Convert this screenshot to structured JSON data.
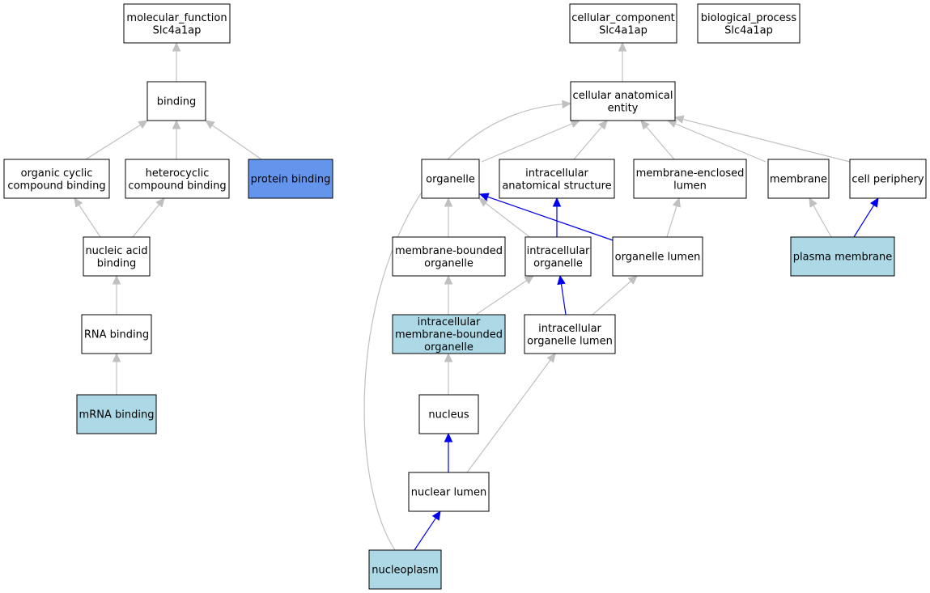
{
  "colors": {
    "default_fill": "#ffffff",
    "highlight_fill": "#add8e6",
    "selected_fill": "#6495ed",
    "edge_gray": "#c0c0c0",
    "edge_blue": "#0000ee"
  },
  "nodes": [
    {
      "id": "molecular_function",
      "lines": [
        "molecular_function",
        "Slc4a1ap"
      ],
      "fill": "default"
    },
    {
      "id": "binding",
      "lines": [
        "binding"
      ],
      "fill": "default"
    },
    {
      "id": "organic_cyclic",
      "lines": [
        "organic cyclic",
        "compound binding"
      ],
      "fill": "default"
    },
    {
      "id": "heterocyclic",
      "lines": [
        "heterocyclic",
        "compound binding"
      ],
      "fill": "default"
    },
    {
      "id": "protein_binding",
      "lines": [
        "protein binding"
      ],
      "fill": "selected"
    },
    {
      "id": "nucleic_acid",
      "lines": [
        "nucleic acid",
        "binding"
      ],
      "fill": "default"
    },
    {
      "id": "rna_binding",
      "lines": [
        "RNA binding"
      ],
      "fill": "default"
    },
    {
      "id": "mrna_binding",
      "lines": [
        "mRNA binding"
      ],
      "fill": "highlight"
    },
    {
      "id": "cellular_component",
      "lines": [
        "cellular_component",
        "Slc4a1ap"
      ],
      "fill": "default"
    },
    {
      "id": "biological_process",
      "lines": [
        "biological_process",
        "Slc4a1ap"
      ],
      "fill": "default"
    },
    {
      "id": "cae",
      "lines": [
        "cellular anatomical",
        "entity"
      ],
      "fill": "default"
    },
    {
      "id": "organelle",
      "lines": [
        "organelle"
      ],
      "fill": "default"
    },
    {
      "id": "ias",
      "lines": [
        "intracellular",
        "anatomical structure"
      ],
      "fill": "default"
    },
    {
      "id": "mel",
      "lines": [
        "membrane-enclosed",
        "lumen"
      ],
      "fill": "default"
    },
    {
      "id": "membrane",
      "lines": [
        "membrane"
      ],
      "fill": "default"
    },
    {
      "id": "cell_periphery",
      "lines": [
        "cell periphery"
      ],
      "fill": "default"
    },
    {
      "id": "mbo",
      "lines": [
        "membrane-bounded",
        "organelle"
      ],
      "fill": "default"
    },
    {
      "id": "io",
      "lines": [
        "intracellular",
        "organelle"
      ],
      "fill": "default"
    },
    {
      "id": "ol",
      "lines": [
        "organelle lumen"
      ],
      "fill": "default"
    },
    {
      "id": "plasma_membrane",
      "lines": [
        "plasma membrane"
      ],
      "fill": "highlight"
    },
    {
      "id": "imbo",
      "lines": [
        "intracellular",
        "membrane-bounded",
        "organelle"
      ],
      "fill": "highlight"
    },
    {
      "id": "iol",
      "lines": [
        "intracellular",
        "organelle lumen"
      ],
      "fill": "default"
    },
    {
      "id": "nucleus",
      "lines": [
        "nucleus"
      ],
      "fill": "default"
    },
    {
      "id": "nuclear_lumen",
      "lines": [
        "nuclear lumen"
      ],
      "fill": "default"
    },
    {
      "id": "nucleoplasm",
      "lines": [
        "nucleoplasm"
      ],
      "fill": "highlight"
    }
  ],
  "edges": [
    {
      "from": "binding",
      "to": "molecular_function",
      "color": "gray"
    },
    {
      "from": "organic_cyclic",
      "to": "binding",
      "color": "gray"
    },
    {
      "from": "heterocyclic",
      "to": "binding",
      "color": "gray"
    },
    {
      "from": "protein_binding",
      "to": "binding",
      "color": "gray"
    },
    {
      "from": "nucleic_acid",
      "to": "organic_cyclic",
      "color": "gray"
    },
    {
      "from": "nucleic_acid",
      "to": "heterocyclic",
      "color": "gray"
    },
    {
      "from": "rna_binding",
      "to": "nucleic_acid",
      "color": "gray"
    },
    {
      "from": "mrna_binding",
      "to": "rna_binding",
      "color": "gray"
    },
    {
      "from": "cae",
      "to": "cellular_component",
      "color": "gray"
    },
    {
      "from": "organelle",
      "to": "cae",
      "color": "gray"
    },
    {
      "from": "ias",
      "to": "cae",
      "color": "gray"
    },
    {
      "from": "mel",
      "to": "cae",
      "color": "gray"
    },
    {
      "from": "membrane",
      "to": "cae",
      "color": "gray"
    },
    {
      "from": "cell_periphery",
      "to": "cae",
      "color": "gray"
    },
    {
      "from": "nucleoplasm",
      "to": "cae",
      "color": "gray"
    },
    {
      "from": "mbo",
      "to": "organelle",
      "color": "gray"
    },
    {
      "from": "io",
      "to": "organelle",
      "color": "gray"
    },
    {
      "from": "ol",
      "to": "organelle",
      "color": "blue"
    },
    {
      "from": "io",
      "to": "ias",
      "color": "blue"
    },
    {
      "from": "ol",
      "to": "mel",
      "color": "gray"
    },
    {
      "from": "plasma_membrane",
      "to": "membrane",
      "color": "gray"
    },
    {
      "from": "plasma_membrane",
      "to": "cell_periphery",
      "color": "blue"
    },
    {
      "from": "imbo",
      "to": "mbo",
      "color": "gray"
    },
    {
      "from": "imbo",
      "to": "io",
      "color": "gray"
    },
    {
      "from": "iol",
      "to": "io",
      "color": "blue"
    },
    {
      "from": "iol",
      "to": "ol",
      "color": "gray"
    },
    {
      "from": "nucleus",
      "to": "imbo",
      "color": "gray"
    },
    {
      "from": "nuclear_lumen",
      "to": "nucleus",
      "color": "blue"
    },
    {
      "from": "nuclear_lumen",
      "to": "iol",
      "color": "gray"
    },
    {
      "from": "nucleoplasm",
      "to": "nuclear_lumen",
      "color": "blue"
    }
  ]
}
